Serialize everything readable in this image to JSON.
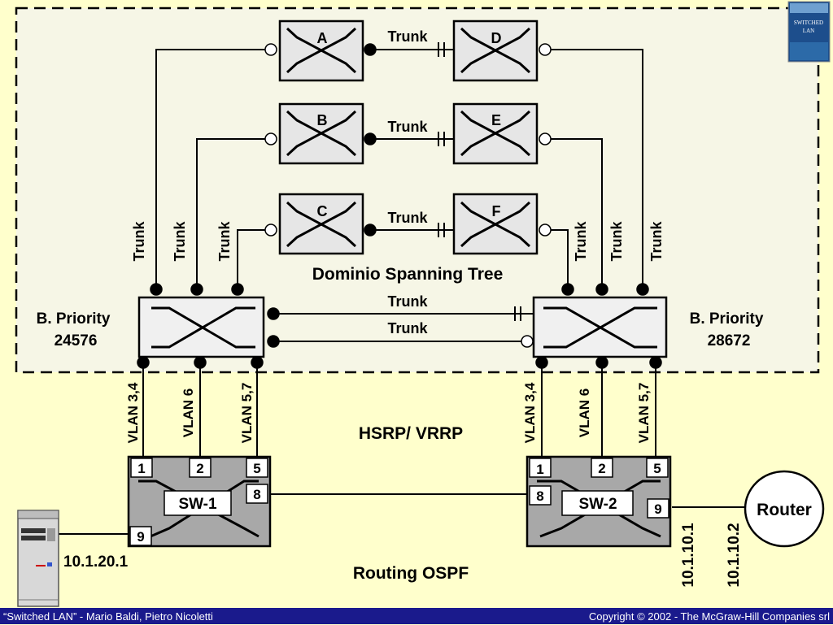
{
  "switches": {
    "a": "A",
    "b": "B",
    "c": "C",
    "d": "D",
    "e": "E",
    "f": "F"
  },
  "trunk": "Trunk",
  "domain_label": "Dominio Spanning Tree",
  "left_priority": {
    "title": "B. Priority",
    "value": "24576"
  },
  "right_priority": {
    "title": "B. Priority",
    "value": "28672"
  },
  "vlans": {
    "v34": "VLAN 3,4",
    "v6": "VLAN 6",
    "v57": "VLAN 5,7"
  },
  "hsrp": "HSRP/ VRRP",
  "routing": "Routing OSPF",
  "sw1": {
    "name": "SW-1",
    "p1": "1",
    "p2": "2",
    "p5": "5",
    "p8": "8",
    "p9": "9"
  },
  "sw2": {
    "name": "SW-2",
    "p1": "1",
    "p2": "2",
    "p5": "5",
    "p8": "8",
    "p9": "9"
  },
  "router": "Router",
  "host_ip": "10.1.20.1",
  "sw2_ip": "10.1.10.1",
  "router_ip": "10.1.10.2",
  "book_cover": "SWITCHED LAN",
  "footer": {
    "left": "“Switched LAN” - Mario Baldi, Pietro Nicoletti",
    "right": "Copyright © 2002 - The McGraw-Hill Companies srl"
  }
}
